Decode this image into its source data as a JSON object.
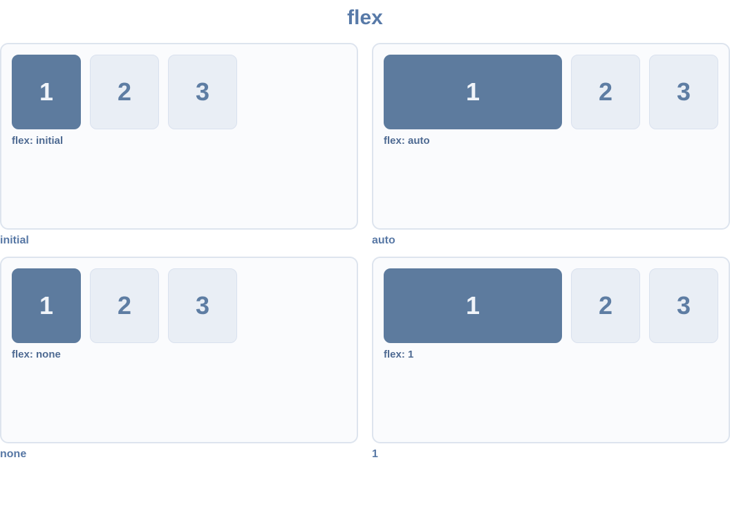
{
  "title": "flex",
  "colors": {
    "title": "#587aa8",
    "accent": "#5d7b9e",
    "accent-text": "#f0f4f9",
    "box-bg": "#e9eef5",
    "box-border": "#d9e1ee",
    "box-number": "#5e7da3",
    "panel-bg": "#fafbfd",
    "panel-border": "#dde4ee",
    "label": "#4e6a92",
    "caption": "#5878a5"
  },
  "panels": [
    {
      "caption": "initial",
      "label": "flex: initial",
      "flex_value": "initial",
      "items": [
        "1",
        "2",
        "3"
      ]
    },
    {
      "caption": "auto",
      "label": "flex: auto",
      "flex_value": "auto",
      "items": [
        "1",
        "2",
        "3"
      ]
    },
    {
      "caption": "none",
      "label": "flex: none",
      "flex_value": "none",
      "items": [
        "1",
        "2",
        "3"
      ]
    },
    {
      "caption": "1",
      "label": "flex: 1",
      "flex_value": "1",
      "items": [
        "1",
        "2",
        "3"
      ]
    }
  ]
}
